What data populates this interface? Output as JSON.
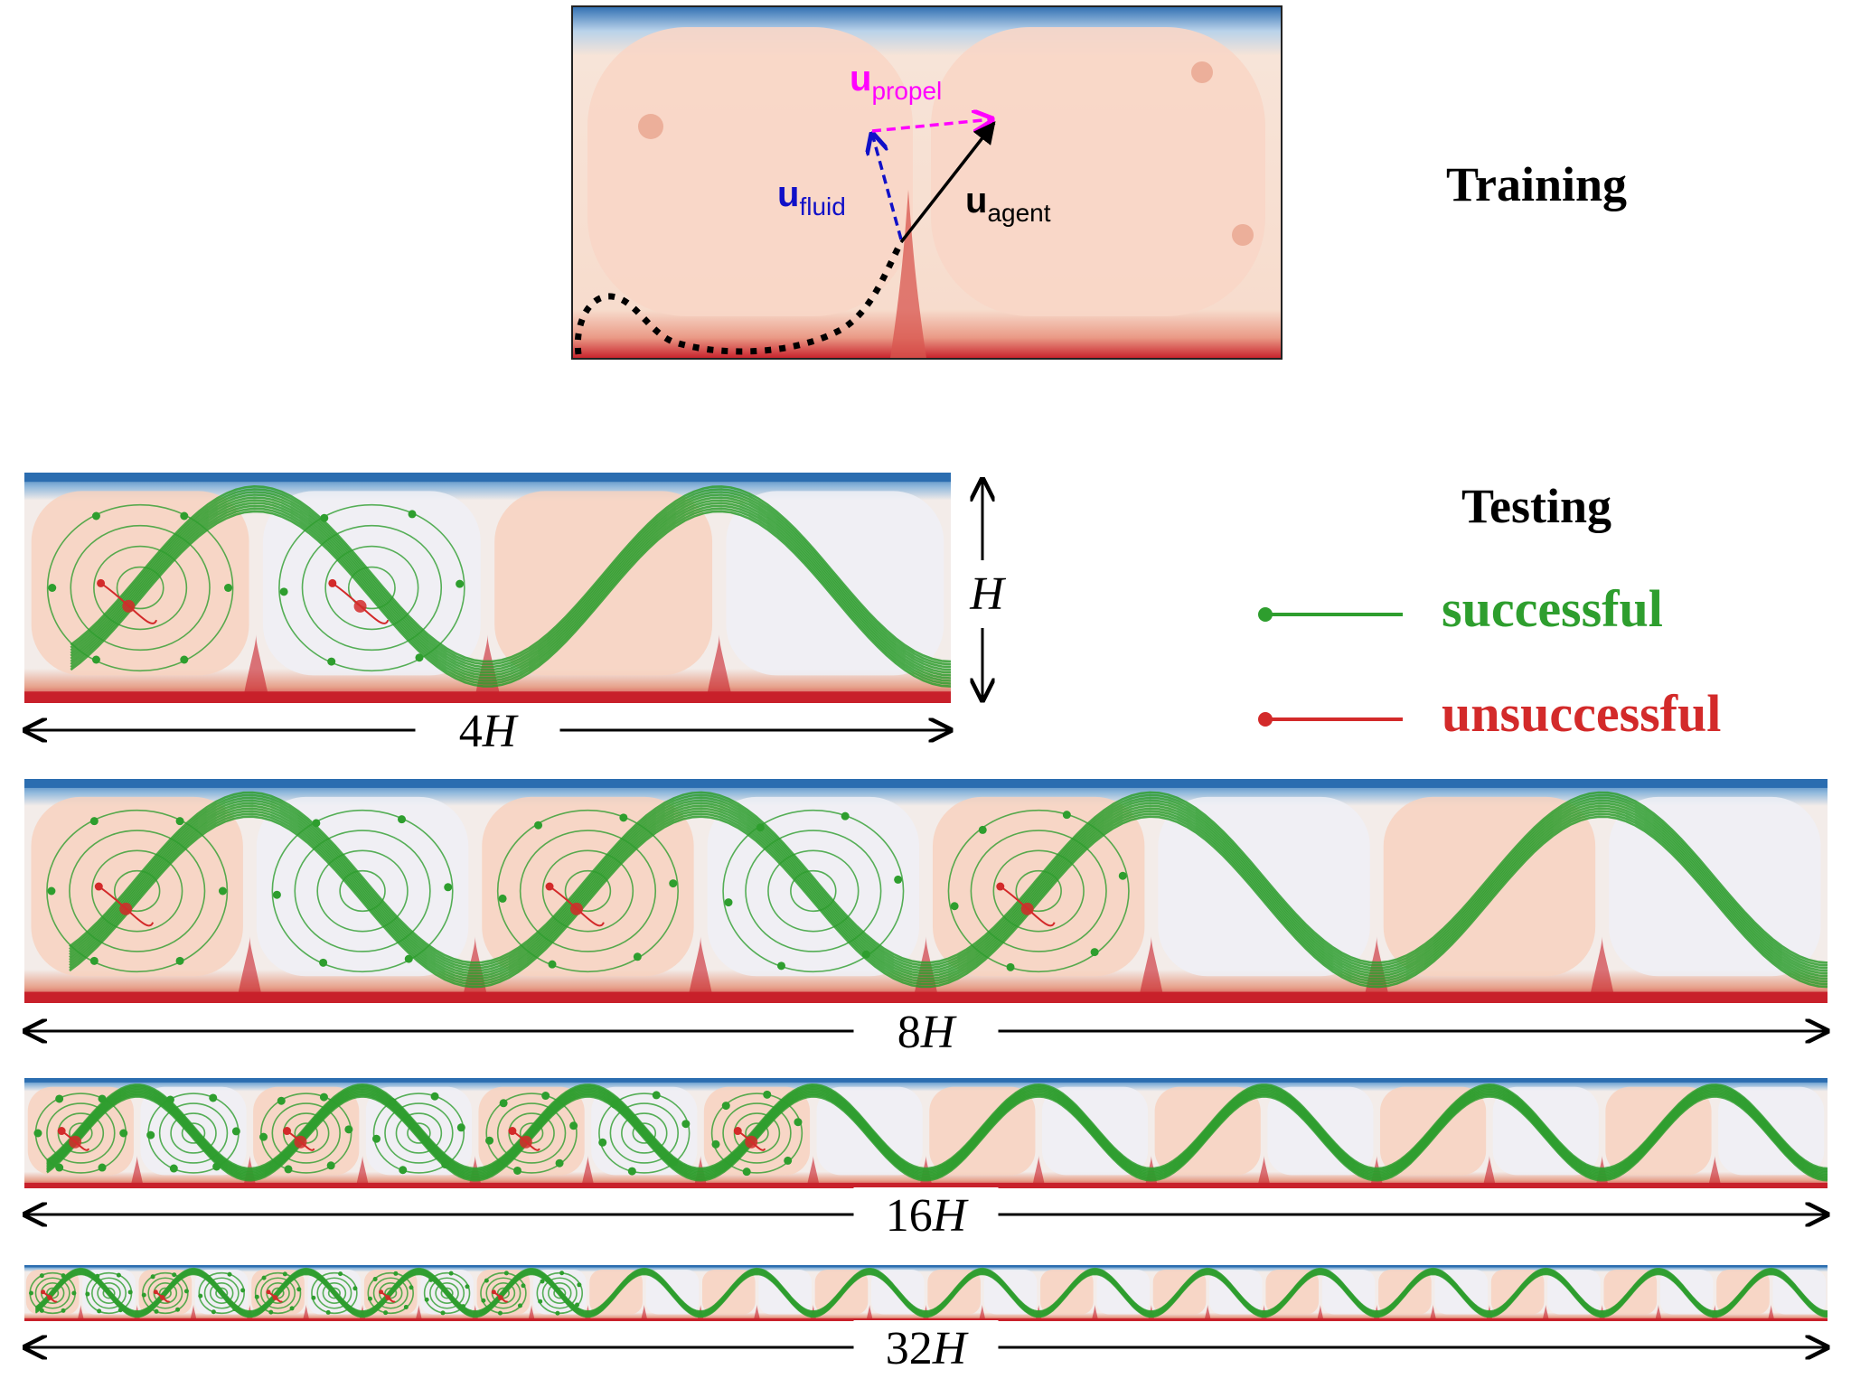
{
  "training": {
    "title": "Training",
    "vec_propel": {
      "base": "u",
      "sub": "propel",
      "color": "#ff00ff"
    },
    "vec_fluid": {
      "base": "u",
      "sub": "fluid",
      "color": "#1010c8"
    },
    "vec_agent": {
      "base": "u",
      "sub": "agent",
      "color": "#000000"
    }
  },
  "testing": {
    "title": "Testing",
    "legend": [
      {
        "label": "successful",
        "color": "#2e9e2e"
      },
      {
        "label": "unsuccessful",
        "color": "#d32a2a"
      }
    ],
    "height_label": "H",
    "panels": [
      {
        "label": "4H",
        "cells": 4
      },
      {
        "label": "8H",
        "cells": 8
      },
      {
        "label": "16H",
        "cells": 16
      },
      {
        "label": "32H",
        "cells": 32
      }
    ]
  },
  "colors": {
    "hot": "#c8202a",
    "warm": "#f7d2c0",
    "cold": "#2b6db0",
    "neutral": "#f3f1f3",
    "success": "#2e9e2e",
    "fail": "#d32a2a",
    "propel": "#ff00ff",
    "fluid": "#1010c8"
  }
}
